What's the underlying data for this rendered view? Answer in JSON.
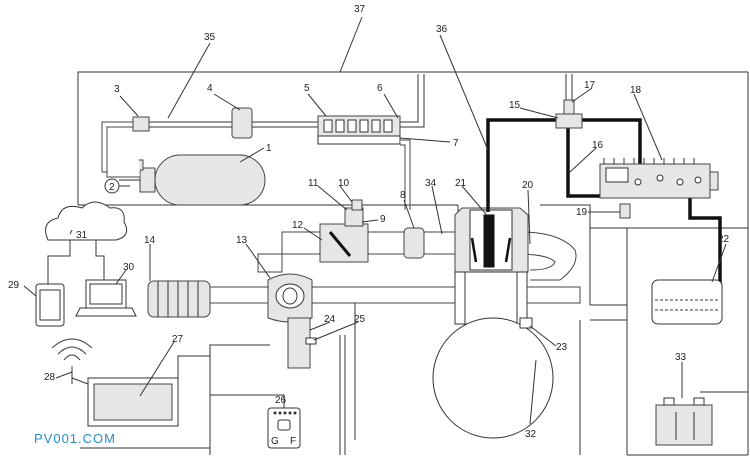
{
  "watermark": "PV001.COM",
  "labels": {
    "n1": "1",
    "n2": "2",
    "n3": "3",
    "n4": "4",
    "n5": "5",
    "n6": "6",
    "n7": "7",
    "n8": "8",
    "n9": "9",
    "n10": "10",
    "n11": "11",
    "n12": "12",
    "n13": "13",
    "n14": "14",
    "n15": "15",
    "n16": "16",
    "n17": "17",
    "n18": "18",
    "n19": "19",
    "n20": "20",
    "n21": "21",
    "n22": "22",
    "n23": "23",
    "n24": "24",
    "n25": "25",
    "n26": "26",
    "n27": "27",
    "n28": "28",
    "n29": "29",
    "n30": "30",
    "n31": "31",
    "n32": "32",
    "n33": "33",
    "n34": "34",
    "n35": "35",
    "n36": "36",
    "n37": "37"
  },
  "controller_marks": {
    "g": "G",
    "f": "F"
  }
}
